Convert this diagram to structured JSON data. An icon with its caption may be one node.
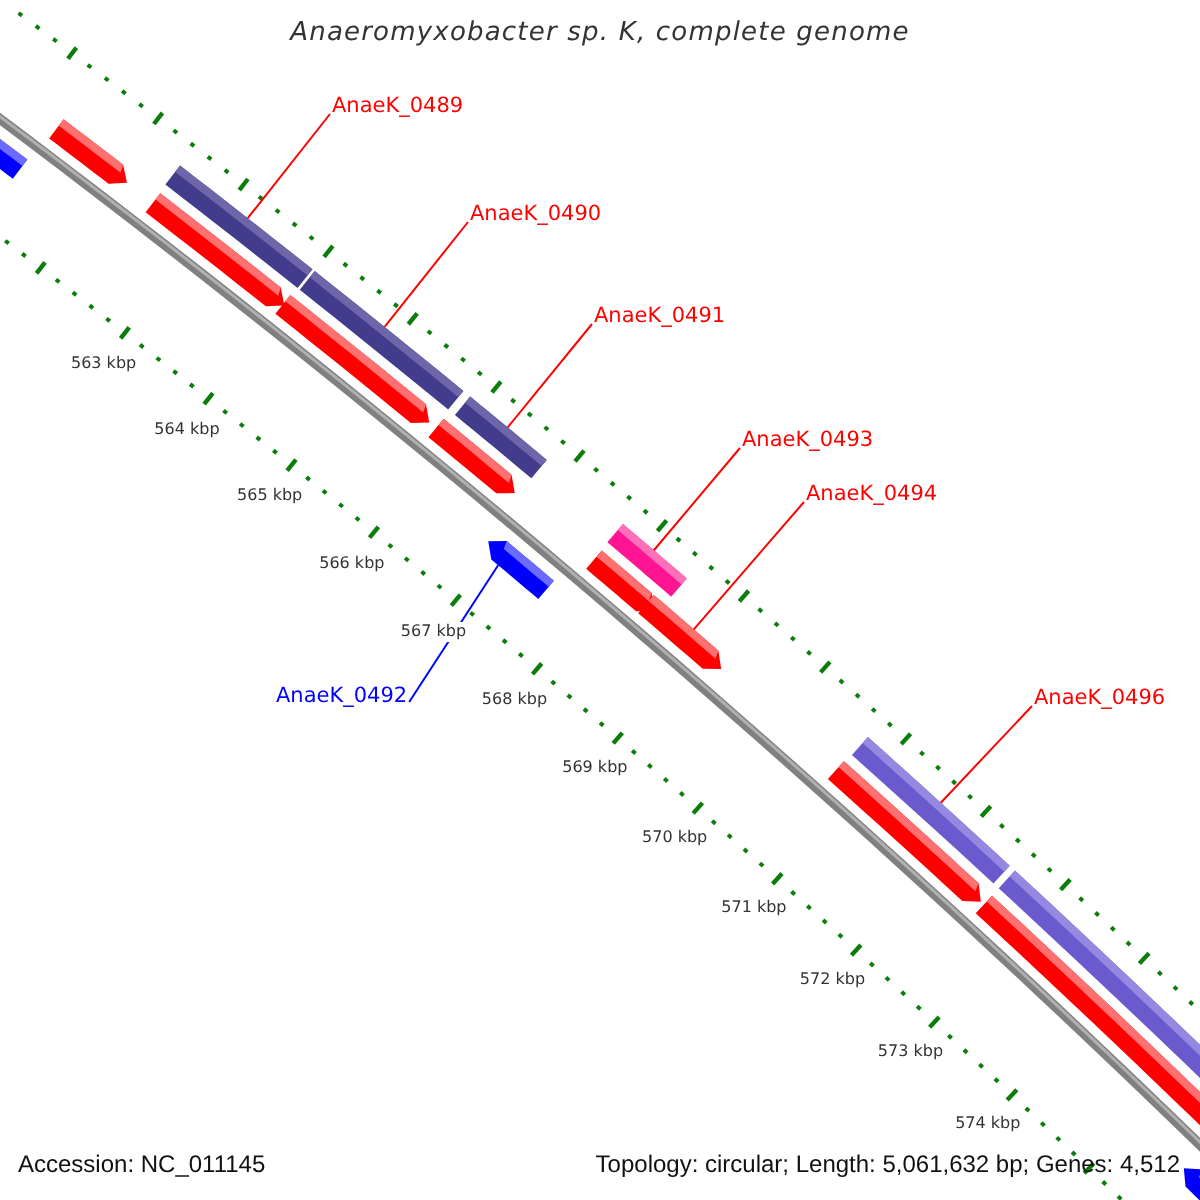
{
  "diagram": {
    "title": "Anaeromyxobacter sp. K, complete genome",
    "nodes": [
      {
        "text": [
          "AnaeK_0489"
        ]
      },
      {
        "text": [
          "AnaeK_0490"
        ]
      },
      {
        "text": [
          "AnaeK_0491"
        ]
      },
      {
        "text": [
          "AnaeK_0493"
        ]
      },
      {
        "text": [
          "AnaeK_0494"
        ]
      },
      {
        "text": [
          "AnaeK_0492"
        ]
      },
      {
        "text": [
          "AnaeK_0496"
        ]
      },
      {
        "text": [],
        "shape": "bar"
      },
      {
        "text": [],
        "shape": "bar"
      },
      {
        "text": [],
        "shape": "bar"
      },
      {
        "text": [],
        "shape": "arrow"
      },
      {
        "text": [],
        "shape": "bar"
      },
      {
        "text": [],
        "shape": "arrow"
      },
      {
        "text": [],
        "shape": "bar"
      }
    ],
    "edges": [
      {
        "from": 0,
        "to": 7,
        "arrow": "none"
      },
      {
        "from": 1,
        "to": 8,
        "arrow": "none"
      },
      {
        "from": 2,
        "to": 9,
        "arrow": "none"
      },
      {
        "from": 3,
        "to": 11,
        "arrow": "none"
      },
      {
        "from": 4,
        "to": 12,
        "arrow": "none"
      },
      {
        "from": 5,
        "to": 10,
        "arrow": "none",
        "color": "#0000ff"
      },
      {
        "from": 6,
        "to": 13,
        "arrow": "none"
      }
    ],
    "labels": [
      "563 kbp",
      "564 kbp",
      "565 kbp",
      "566 kbp",
      "567 kbp",
      "568 kbp",
      "569 kbp",
      "570 kbp",
      "571 kbp",
      "572 kbp",
      "573 kbp",
      "574 kbp",
      "Accession: NC_011145",
      "Topology: circular; Length: 5,061,632 bp; Genes: 4,512"
    ]
  }
}
